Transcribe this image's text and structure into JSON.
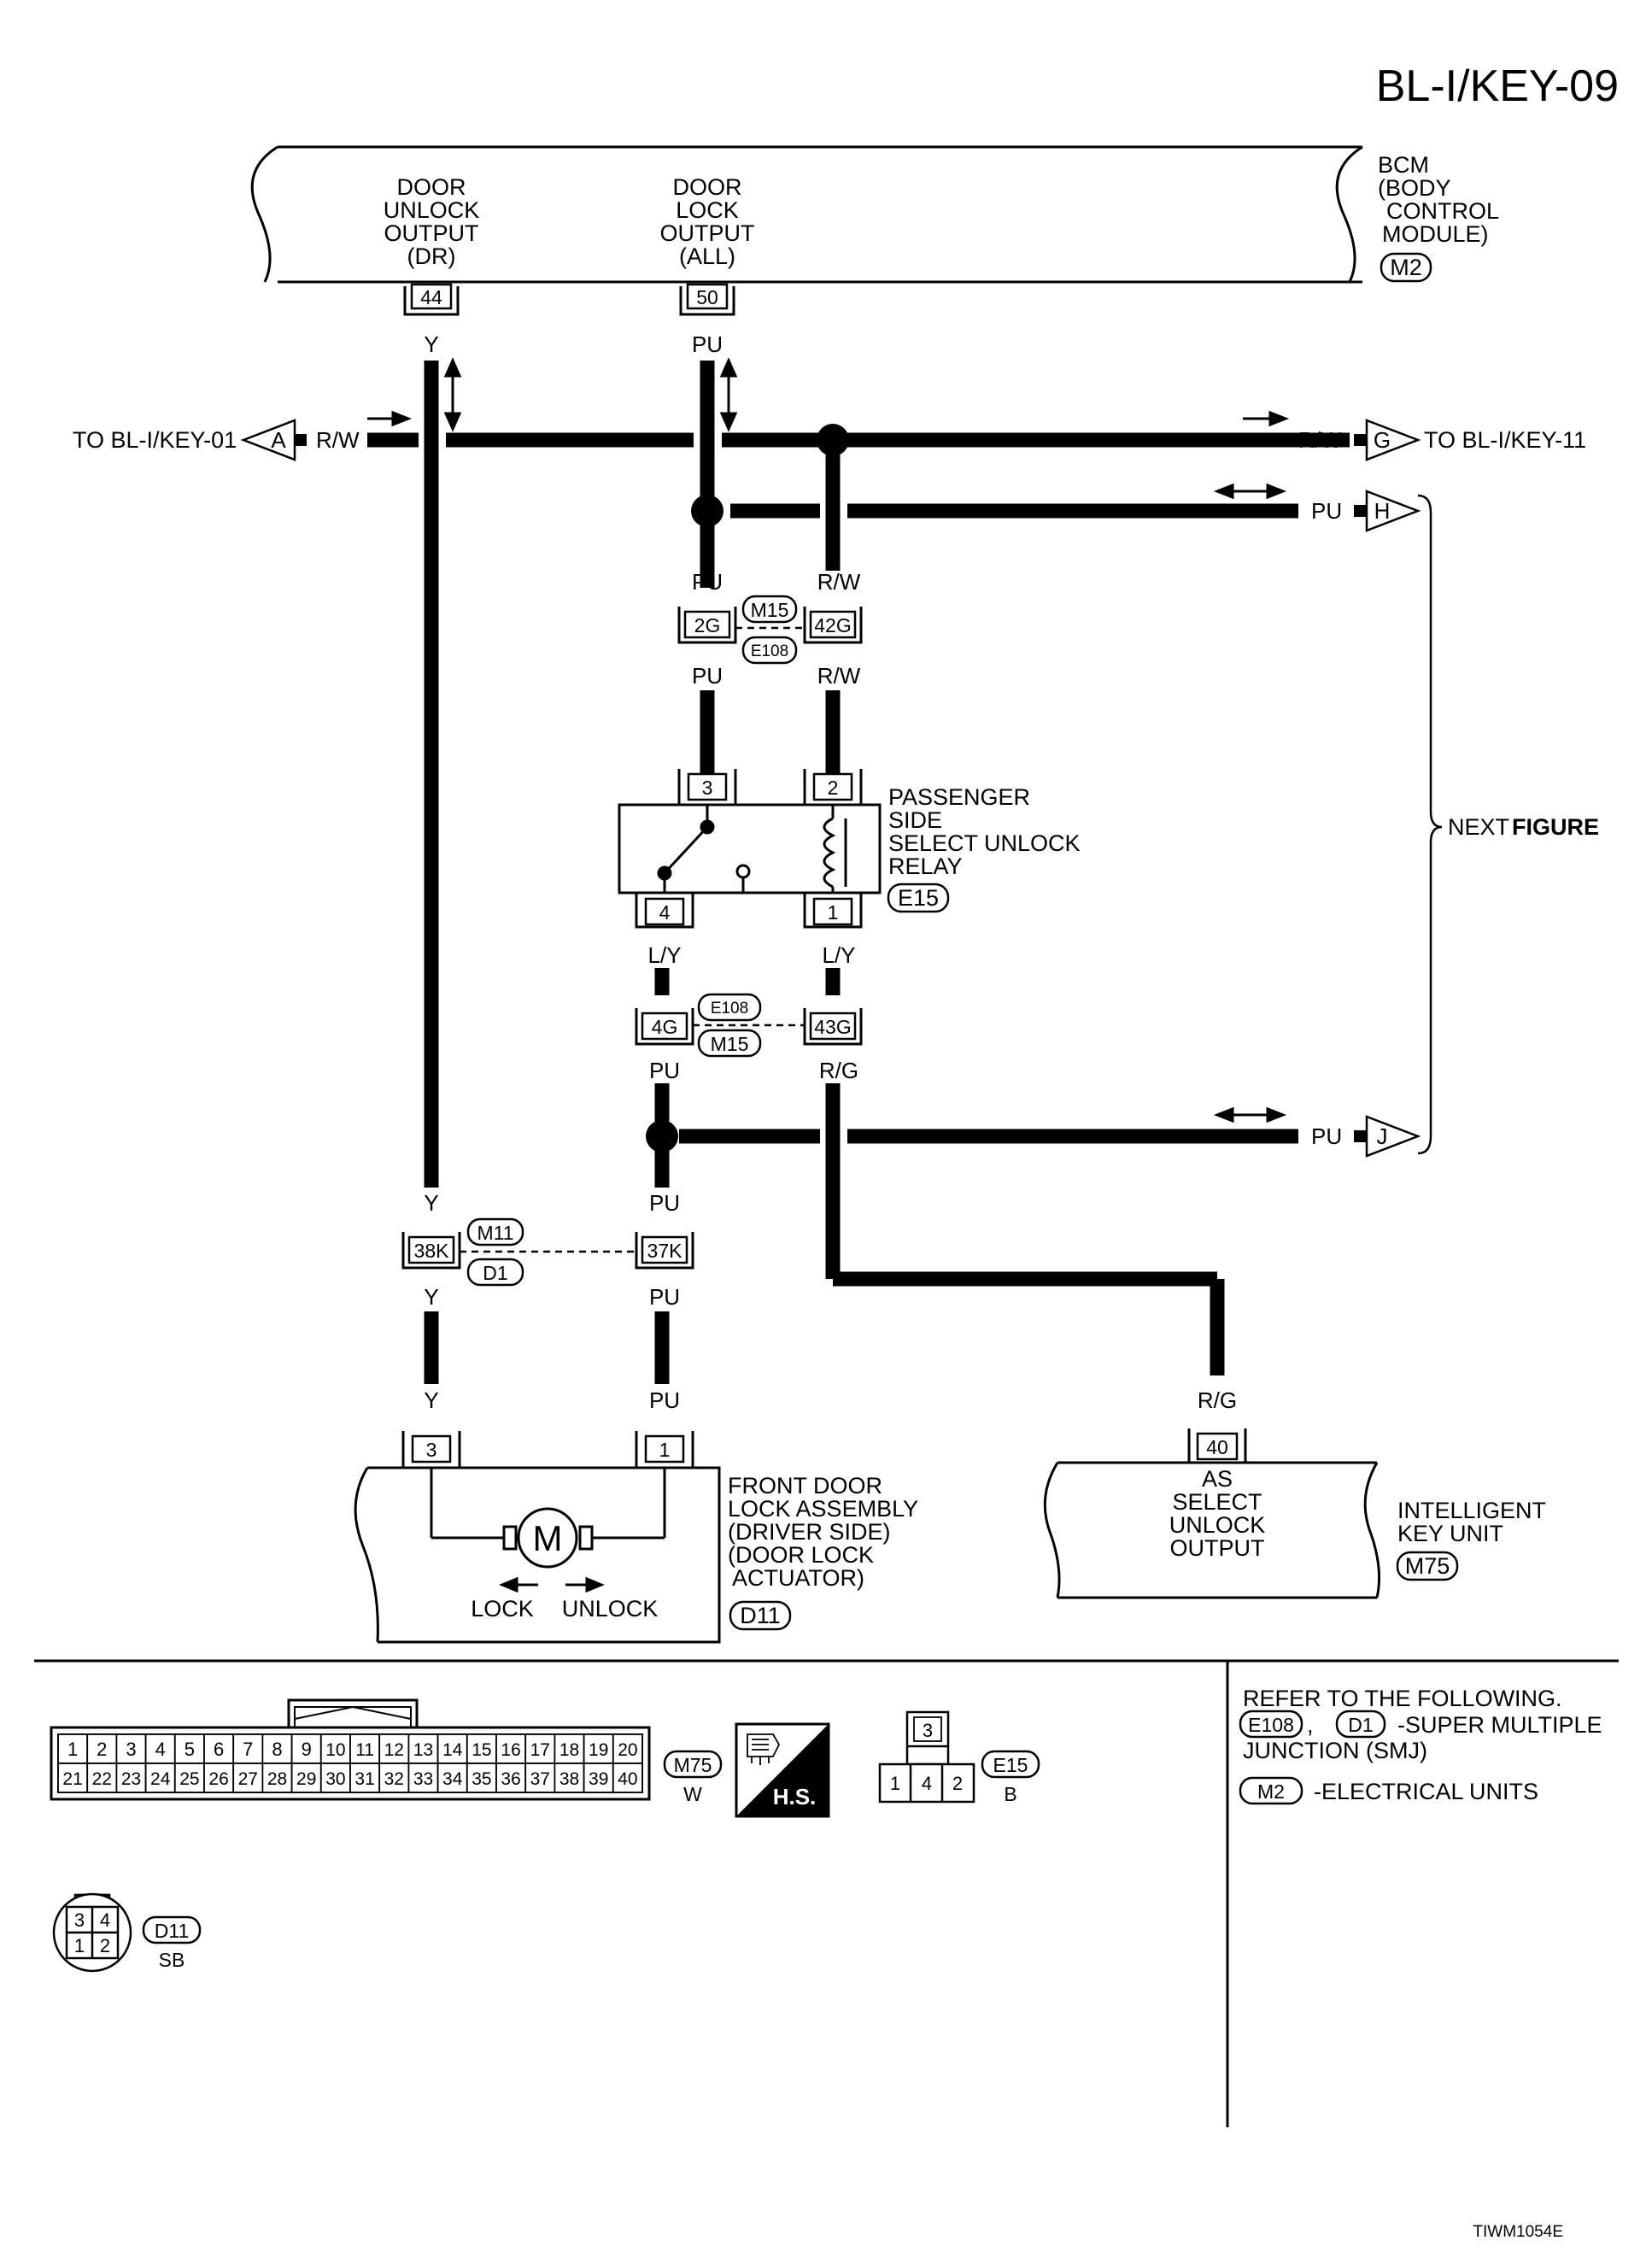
{
  "page_id": "BL-I/KEY-09",
  "figure_code": "TIWM1054E",
  "bcm": {
    "title": [
      "BCM",
      "(BODY",
      "CONTROL",
      "MODULE)"
    ],
    "connector": "M2",
    "door_unlock_output": [
      "DOOR",
      "UNLOCK",
      "OUTPUT",
      "(DR)"
    ],
    "door_lock_output": [
      "DOOR",
      "LOCK",
      "OUTPUT",
      "(ALL)"
    ],
    "pin_unlock": "44",
    "pin_lock": "50"
  },
  "wires": {
    "y": "Y",
    "pu": "PU",
    "rw": "R/W",
    "ly": "L/Y",
    "rg": "R/G"
  },
  "offpage": {
    "a": {
      "letter": "A",
      "text": "TO BL-I/KEY-01"
    },
    "g": {
      "letter": "G",
      "text": "TO BL-I/KEY-11"
    },
    "h": {
      "letter": "H"
    },
    "j": {
      "letter": "J"
    },
    "next_figure": "NEXT",
    "next_figure_bold": "FIGURE"
  },
  "joint_connectors": {
    "top": {
      "left_pin": "2G",
      "right_pin": "42G",
      "conn_a": "M15",
      "conn_b": "E108"
    },
    "mid": {
      "left_pin": "4G",
      "right_pin": "43G",
      "conn_a": "E108",
      "conn_b": "M15"
    },
    "low": {
      "left_pin": "38K",
      "right_pin": "37K",
      "conn_a": "M11",
      "conn_b": "D1"
    }
  },
  "relay": {
    "name": [
      "PASSENGER",
      "SIDE",
      "SELECT UNLOCK",
      "RELAY"
    ],
    "connector": "E15",
    "pin_top_left": "3",
    "pin_top_right": "2",
    "pin_bottom_left": "4",
    "pin_bottom_right": "1"
  },
  "actuator": {
    "name": [
      "FRONT DOOR",
      "LOCK ASSEMBLY",
      "(DRIVER SIDE)",
      "(DOOR LOCK",
      "ACTUATOR)"
    ],
    "connector": "D11",
    "pin_left": "3",
    "pin_right": "1",
    "motor": "M",
    "lock": "LOCK",
    "unlock": "UNLOCK"
  },
  "key_unit": {
    "name": [
      "INTELLIGENT",
      "KEY UNIT"
    ],
    "connector": "M75",
    "pin": "40",
    "output": [
      "AS",
      "SELECT",
      "UNLOCK",
      "OUTPUT"
    ]
  },
  "legend": {
    "m75_top": [
      "1",
      "2",
      "3",
      "4",
      "5",
      "6",
      "7",
      "8",
      "9",
      "10",
      "11",
      "12",
      "13",
      "14",
      "15",
      "16",
      "17",
      "18",
      "19",
      "20"
    ],
    "m75_bottom": [
      "21",
      "22",
      "23",
      "24",
      "25",
      "26",
      "27",
      "28",
      "29",
      "30",
      "31",
      "32",
      "33",
      "34",
      "35",
      "36",
      "37",
      "38",
      "39",
      "40"
    ],
    "m75_label": "M75",
    "m75_color": "W",
    "hs": "H.S.",
    "e15_top": "3",
    "e15_bottom": [
      "1",
      "4",
      "2"
    ],
    "e15_label": "E15",
    "e15_color": "B",
    "d11_top": [
      "3",
      "4"
    ],
    "d11_bottom": [
      "1",
      "2"
    ],
    "d11_label": "D11",
    "d11_color": "SB"
  },
  "refer": {
    "heading": "REFER TO THE FOLLOWING.",
    "smj_a": "E108",
    "smj_comma": ",",
    "smj_b": "D1",
    "smj_text": "-SUPER MULTIPLE",
    "smj_text2": "JUNCTION (SMJ)",
    "eu_conn": "M2",
    "eu_text": "-ELECTRICAL UNITS"
  }
}
